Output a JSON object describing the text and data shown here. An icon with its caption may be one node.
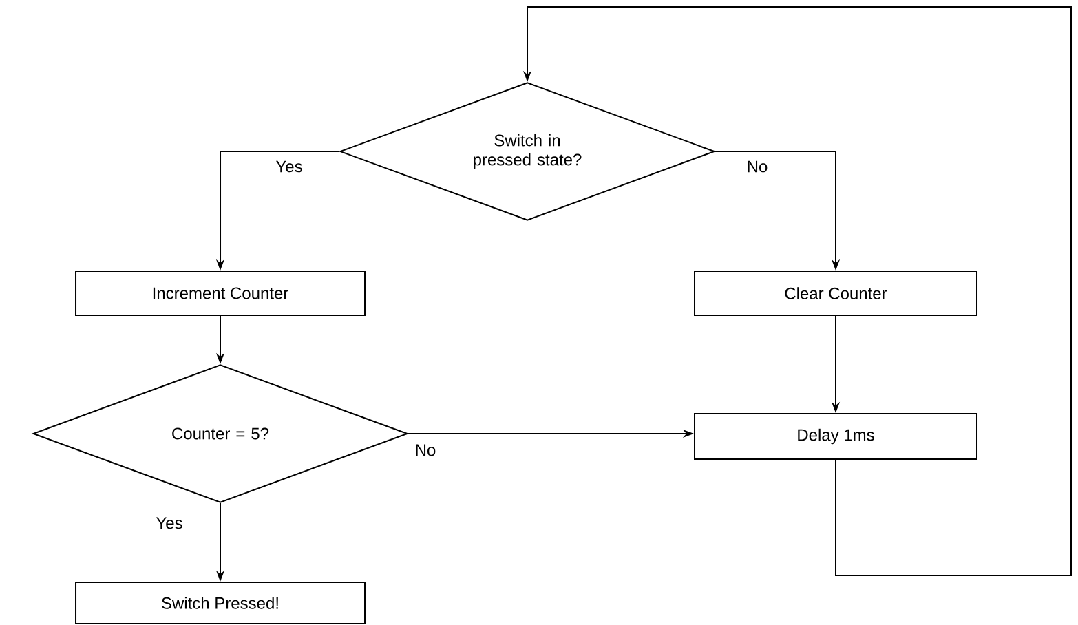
{
  "diagram": {
    "nodes": [
      {
        "text": [
          "Switch in pressed state?"
        ]
      },
      {
        "text": [
          "Increment Counter"
        ]
      },
      {
        "text": [
          "Clear Counter"
        ]
      },
      {
        "text": [
          "Counter = 5?"
        ]
      },
      {
        "text": [
          "Delay 1ms"
        ]
      },
      {
        "text": [
          "Switch Pressed!"
        ]
      }
    ],
    "edges": [
      {
        "from": 0,
        "to": 1,
        "arrow": "to",
        "label": "Yes"
      },
      {
        "from": 0,
        "to": 2,
        "arrow": "to",
        "label": "No"
      },
      {
        "from": 1,
        "to": 3,
        "arrow": "to"
      },
      {
        "from": 2,
        "to": 4,
        "arrow": "to"
      },
      {
        "from": 3,
        "to": 4,
        "arrow": "to",
        "label": "No"
      },
      {
        "from": 3,
        "to": 5,
        "arrow": "to",
        "label": "Yes"
      },
      {
        "from": 4,
        "to": 0,
        "arrow": "to"
      }
    ]
  }
}
